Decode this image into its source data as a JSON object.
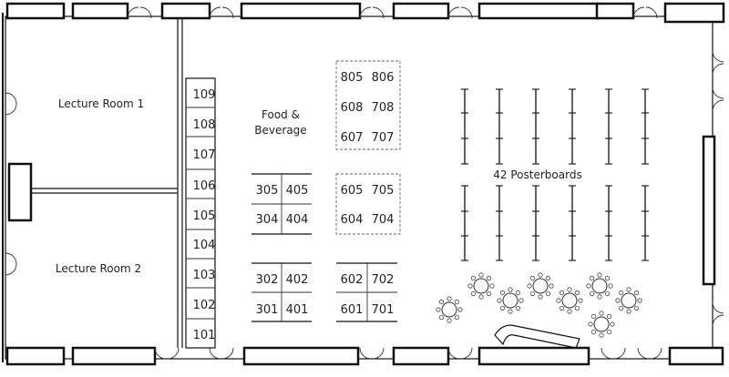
{
  "rooms": {
    "lecture_room_1": "Lecture Room 1",
    "lecture_room_2": "Lecture Room 2",
    "food_beverage_line1": "Food &",
    "food_beverage_line2": "Beverage",
    "posterboards": "42 Posterboards"
  },
  "booths": {
    "wall_column": [
      "109",
      "108",
      "107",
      "106",
      "105",
      "104",
      "103",
      "102",
      "101"
    ],
    "block_300_400_top": [
      [
        "305",
        "405"
      ],
      [
        "304",
        "404"
      ]
    ],
    "block_300_400_bottom": [
      [
        "302",
        "402"
      ],
      [
        "301",
        "401"
      ]
    ],
    "block_800_top": [
      [
        "805",
        "806"
      ],
      [
        "608",
        "708"
      ],
      [
        "607",
        "707"
      ]
    ],
    "block_600_700_mid": [
      [
        "605",
        "705"
      ],
      [
        "604",
        "704"
      ]
    ],
    "block_600_700_bottom": [
      [
        "602",
        "702"
      ],
      [
        "601",
        "701"
      ]
    ]
  },
  "colors": {
    "wall": "#111111",
    "line": "#333333",
    "dashed": "#666666",
    "background": "#ffffff"
  }
}
